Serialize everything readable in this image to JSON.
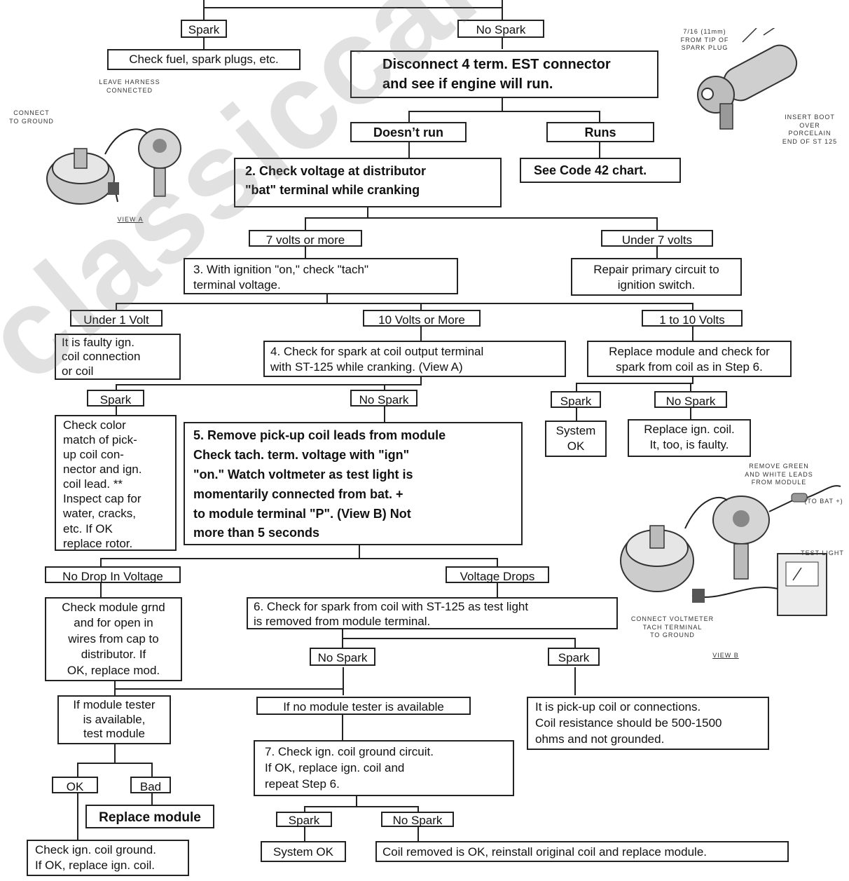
{
  "flow": {
    "b_spark_top": "Spark",
    "b_nospark_top": "No Spark",
    "b_check_fuel": "Check fuel, spark plugs, etc.",
    "b_disconnect": "Disconnect 4 term. EST connector\nand see if engine will run.",
    "b_doesnt_run": "Doesn’t run",
    "b_runs": "Runs",
    "b_step2": "2.  Check voltage at distributor\n      \"bat\" terminal while cranking",
    "b_code42": "See Code 42 chart.",
    "b_7ormore": "7 volts or more",
    "b_under7": "Under 7 volts",
    "b_step3": "3.      With ignition \"on,\" check \"tach\"\n          terminal voltage.",
    "b_repair": "Repair primary circuit to\nignition switch.",
    "b_under1": "Under 1 Volt",
    "b_10ormore": "10 Volts or More",
    "b_1to10": "1 to 10 Volts",
    "b_faulty": "It is faulty ign.\ncoil connection\nor coil",
    "b_step4": "4.      Check for spark at coil output terminal\n          with ST-125 while cranking. (View A)",
    "b_replace_mod_check": "Replace module and check for\nspark from coil as in Step 6.",
    "b_spark_l": "Spark",
    "b_nospark_m": "No Spark",
    "b_spark_r": "Spark",
    "b_nospark_r": "No Spark",
    "b_check_color": "Check color\nmatch of pick-\nup coil con-\nnector and ign.\ncoil lead. **\nInspect cap for\nwater, cracks,\netc. If OK\nreplace rotor.",
    "b_step5": "5. Remove pick-up coil leads from module\n    Check tach. term. voltage with \"ign\"\n    \"on.\"  Watch voltmeter as test light is\n    momentarily connected from bat. +\n    to module terminal \"P\". (View B) Not\n    more  than 5 seconds",
    "b_system_ok1": "System\nOK",
    "b_replace_coil": "Replace ign. coil.\nIt, too, is faulty.",
    "b_nodrop": "No Drop In Voltage",
    "b_drops": "Voltage Drops",
    "b_check_module_grnd": "Check module grnd\nand for open in\nwires from cap to\ndistributor. If\nOK, replace mod.",
    "b_step6": "6.      Check for spark from coil with ST-125 as test light\n          is removed from module terminal.",
    "b_nospark6": "No Spark",
    "b_spark6": "Spark",
    "b_if_tester": "If module tester\nis available,\ntest module",
    "b_if_no_tester": "If no module tester is available",
    "b_pickup": "It is pick-up coil or connections.\nCoil resistance should be 500-1500\nohms and not grounded.",
    "b_step7": "7.      Check ign. coil ground circuit.\n          If OK, replace ign. coil and\n          repeat Step 6.",
    "b_ok": "OK",
    "b_bad": "Bad",
    "b_replace_module": "Replace module",
    "b_spark7": "Spark",
    "b_nospark7": "No Spark",
    "b_check_ground": "Check ign. coil ground.\nIf OK, replace ign. coil.",
    "b_system_ok2": "System OK",
    "b_coil_removed": "Coil removed is OK, reinstall original coil and replace module."
  },
  "captions": {
    "leave_harness": "LEAVE HARNESS\nCONNECTED",
    "connect_ground": "CONNECT\nTO GROUND",
    "view_a": "VIEW A",
    "from_tip": "7/16  (11mm)\nFROM TIP OF\nSPARK PLUG",
    "insert_boot": "INSERT BOOT\nOVER\nPORCELAIN\nEND OF ST 125",
    "remove_green": "REMOVE GREEN\nAND WHITE LEADS\nFROM MODULE",
    "to_bat": "(TO BAT +)",
    "test_light": "TEST LIGHT",
    "connect_voltmeter": "CONNECT VOLTMETER\nTACH  TERMINAL\nTO GROUND",
    "view_b": "VIEW B"
  },
  "watermark": "classiccarlibrary.com"
}
